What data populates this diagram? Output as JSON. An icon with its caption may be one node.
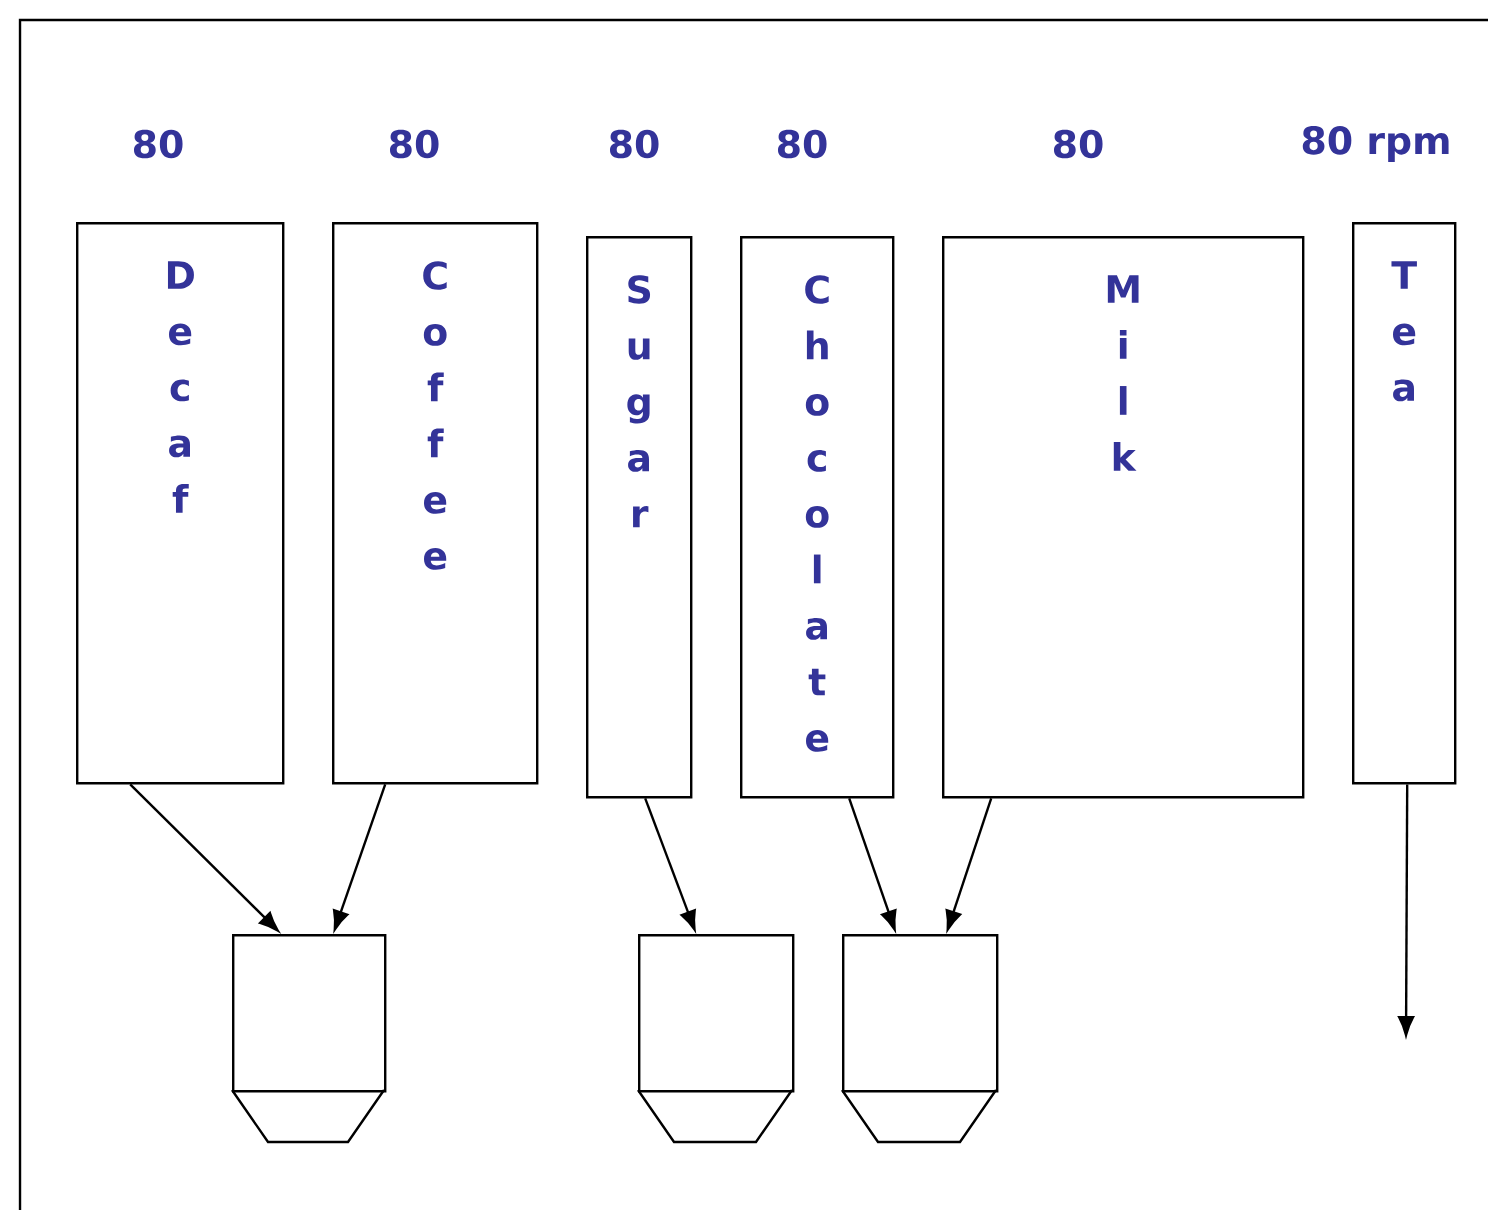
{
  "diagram": {
    "nodes": [
      {
        "text": [
          "Decaf"
        ],
        "beside": [
          "80"
        ]
      },
      {
        "text": [
          "Coffee"
        ],
        "beside": [
          "80"
        ]
      },
      {
        "text": [
          "Sugar"
        ],
        "beside": [
          "80"
        ]
      },
      {
        "text": [
          "Chocolate"
        ],
        "beside": [
          "80"
        ]
      },
      {
        "text": [
          "Milk"
        ],
        "beside": [
          "80"
        ]
      },
      {
        "text": [
          "Tea"
        ],
        "beside": [
          "80 rpm"
        ]
      },
      {
        "text": [],
        "shape": "box"
      },
      {
        "text": [],
        "shape": "box"
      },
      {
        "text": [],
        "shape": "box"
      }
    ],
    "edges": [
      {
        "from": 0,
        "to": 6,
        "arrow": "to"
      },
      {
        "from": 1,
        "to": 6,
        "arrow": "to"
      },
      {
        "from": 2,
        "to": 7,
        "arrow": "to"
      },
      {
        "from": 3,
        "to": 8,
        "arrow": "to"
      },
      {
        "from": 4,
        "to": 8,
        "arrow": "to"
      },
      {
        "from": 5,
        "to": null,
        "arrow": "to"
      }
    ]
  }
}
